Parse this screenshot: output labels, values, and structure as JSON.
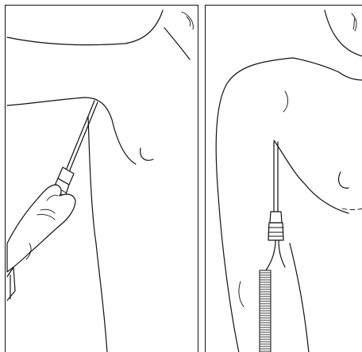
{
  "figure": {
    "panels": [
      {
        "id": "left",
        "depicts": "hand-inserting-catheter-at-chest"
      },
      {
        "id": "right",
        "depicts": "catheter-secured-to-chest-with-coiled-cable"
      }
    ],
    "colors": {
      "ink": "#111111",
      "background": "#ffffff"
    },
    "icons": [
      "hand-icon",
      "catheter-icon",
      "connector-icon",
      "coiled-cable-icon"
    ]
  }
}
